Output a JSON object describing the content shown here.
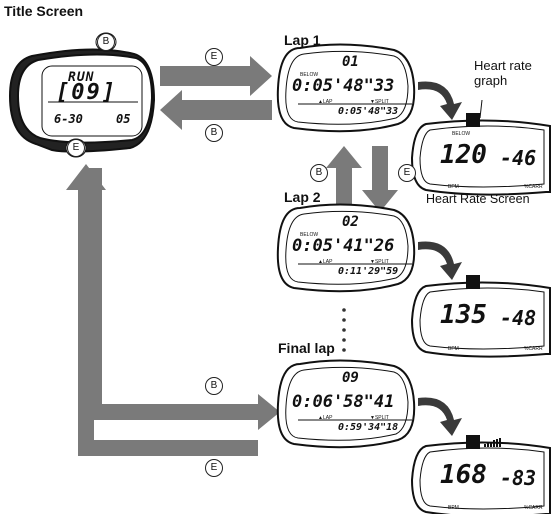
{
  "labels": {
    "title_screen": "Title Screen",
    "lap1": "Lap 1",
    "lap2": "Lap 2",
    "final_lap": "Final lap",
    "heart_rate_graph": "Heart rate\ngraph",
    "heart_rate_screen": "Heart Rate Screen"
  },
  "buttons": {
    "b": "B",
    "e": "E"
  },
  "title_watch": {
    "mode": "RUN",
    "number": "[09]",
    "date": "6-30",
    "day": "05"
  },
  "laps": [
    {
      "num": "01",
      "time": "0:05'48\"33",
      "split": "0:05'48\"33"
    },
    {
      "num": "02",
      "time": "0:05'41\"26",
      "split": "0:11'29\"59"
    },
    {
      "num": "09",
      "time": "0:06'58\"41",
      "split": "0:59'34\"18"
    }
  ],
  "hr_screens": [
    {
      "bpm": "120",
      "pct": "-46"
    },
    {
      "bpm": "135",
      "pct": "-48"
    },
    {
      "bpm": "168",
      "pct": "-83"
    }
  ],
  "lcd_small": {
    "below": "BELOW",
    "lap": "▲LAP",
    "split": "▼SPLIT",
    "bpm": "BPM",
    "carr": "%CARR"
  },
  "colors": {
    "arrow": "#7a7a7a",
    "line": "#111111"
  }
}
